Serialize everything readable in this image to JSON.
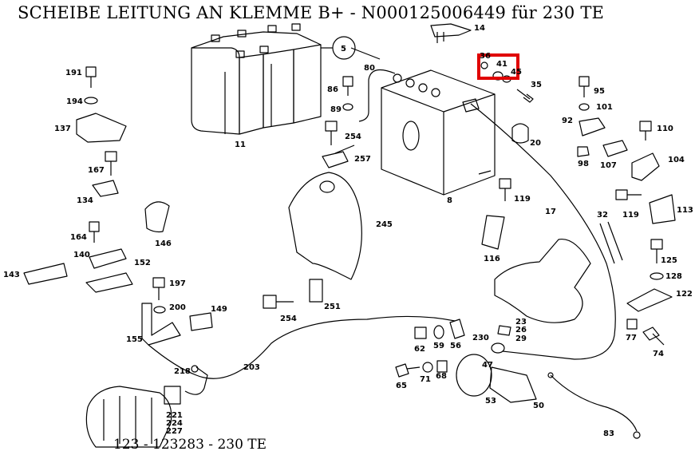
{
  "title": "SCHEIBE LEITUNG AN KLEMME B+ - N000125006449 für 230 TE",
  "footer": "123 - 123283 - 230 TE",
  "highlight_color": "#e00000",
  "highlighted_part": "41",
  "part_labels": {
    "p14": "14",
    "p5": "5",
    "p80": "80",
    "p36": "36",
    "p41": "41",
    "p45": "45",
    "p35": "35",
    "p95": "95",
    "p101": "101",
    "p191": "191",
    "p194": "194",
    "p137": "137",
    "p11": "11",
    "p86": "86",
    "p89": "89",
    "p254": "254",
    "p257": "257",
    "p92": "92",
    "p110": "110",
    "p20": "20",
    "p98": "98",
    "p107": "107",
    "p104": "104",
    "p167": "167",
    "p134": "134",
    "p8": "8",
    "p119a": "119",
    "p17": "17",
    "p32": "32",
    "p119b": "119",
    "p113": "113",
    "p245": "245",
    "p146": "146",
    "p164": "164",
    "p140": "140",
    "p152": "152",
    "p143": "143",
    "p116": "116",
    "p125": "125",
    "p128": "128",
    "p122": "122",
    "p197": "197",
    "p200": "200",
    "p149": "149",
    "p251": "251",
    "p254b": "254",
    "p155": "155",
    "p230": "230",
    "p23": "23",
    "p26": "26",
    "p29": "29",
    "p77": "77",
    "p74": "74",
    "p62": "62",
    "p59": "59",
    "p56": "56",
    "p218": "218",
    "p203": "203",
    "p47": "47",
    "p65": "65",
    "p71": "71",
    "p68": "68",
    "p53": "53",
    "p50": "50",
    "p83": "83",
    "p221": "221",
    "p224": "224",
    "p227": "227"
  }
}
